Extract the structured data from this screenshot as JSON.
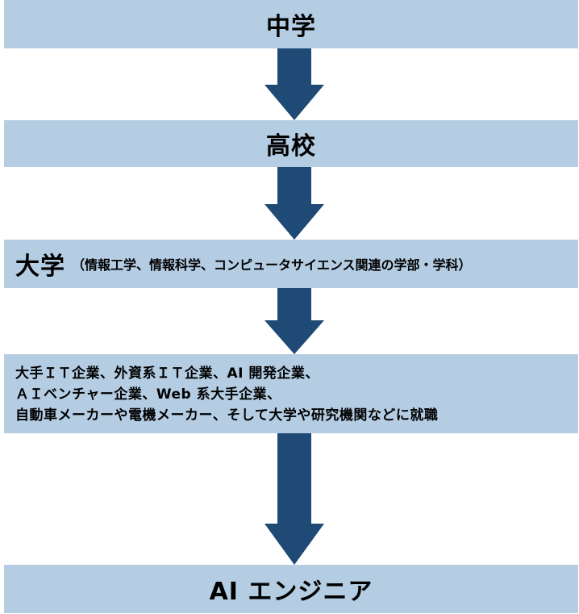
{
  "colors": {
    "band": "#b4cde3",
    "arrow": "#1f4a75",
    "text": "#000000"
  },
  "stages": {
    "middle_school": "中学",
    "high_school": "高校",
    "university": "大学",
    "university_note": "（情報工学、情報科学、コンピュータサイエンス関連の学部・学科）",
    "employment_lines": [
      "大手ＩＴ企業、外資系ＩＴ企業、AI 開発企業、",
      "ＡＩベンチャー企業、Web 系大手企業、",
      "自動車メーカーや電機メーカー、そして大学や研究機関などに就職"
    ],
    "final": "AI エンジニア"
  }
}
